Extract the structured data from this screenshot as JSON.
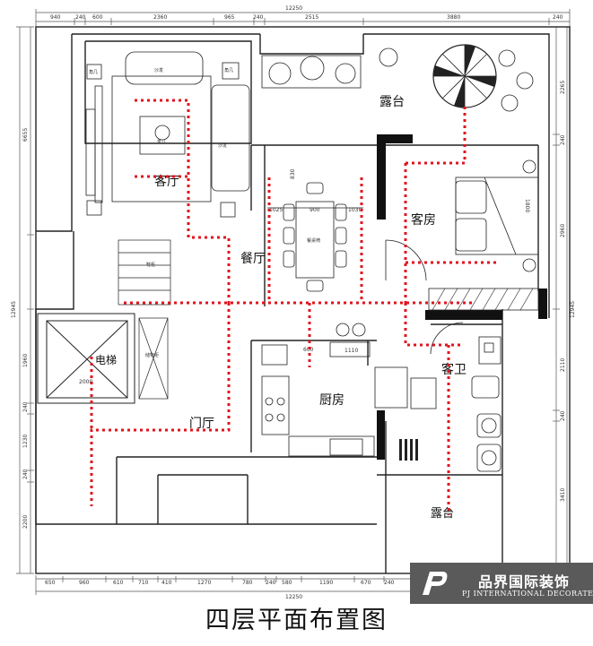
{
  "caption": "四层平面布置图",
  "logo": {
    "name_cn": "品界国际装饰",
    "name_en": "PJ INTERNATIONAL DECORATE"
  },
  "rooms": {
    "living": "客厅",
    "dining": "餐厅",
    "terrace_top": "露台",
    "guest_room": "客房",
    "elevator": "电梯",
    "kitchen": "厨房",
    "guest_bath": "客卫",
    "foyer": "门厅",
    "terrace_bottom": "露台"
  },
  "furniture": {
    "sofa_top": "沙发",
    "sofa_side": "沙发",
    "coffee_table": "茶几",
    "corner_left": "角几",
    "corner_right": "角几",
    "dining_table": "餐桌椅",
    "shoe_cabinet": "鞋柜",
    "wine_cabinet": "储物柜"
  },
  "dimensions": {
    "top_total": "12250",
    "top_segments": [
      "940",
      "240",
      "600",
      "2360",
      "965",
      "240",
      "2515",
      "3880",
      "240"
    ],
    "bottom_total": "12250",
    "bottom_segments": [
      "650",
      "960",
      "610",
      "710",
      "410",
      "1270",
      "780",
      "240",
      "580",
      "1190",
      "670",
      "240"
    ],
    "left": [
      "6655",
      "12945",
      "1960",
      "240",
      "1230",
      "240",
      "2200"
    ],
    "right": [
      "2265",
      "240",
      "2960",
      "12945",
      "2110",
      "240",
      "3410"
    ],
    "dining_w": "900",
    "dining_side_l": "1025",
    "dining_side_r": "1030",
    "dining_h": "830",
    "bed": "1800",
    "kitchen_counter": "1110",
    "kitchen_depth": "600",
    "elevator_w": "2000"
  },
  "colors": {
    "wall": "#111111",
    "path": "#e0141e",
    "line": "#222222",
    "logo_bg": "#5a5a5a"
  }
}
